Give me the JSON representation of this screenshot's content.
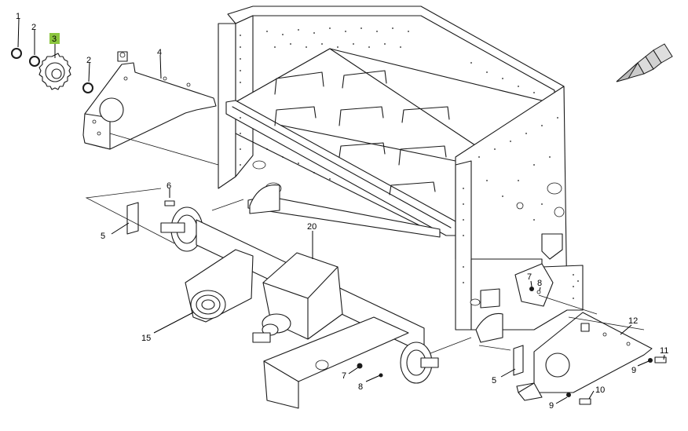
{
  "diagram": {
    "accent_color": "#8cc63f",
    "direction_arrow_icon": "arrow-left-down-icon",
    "callouts": [
      {
        "id": "c1",
        "label": "1",
        "highlighted": false
      },
      {
        "id": "c2a",
        "label": "2",
        "highlighted": false
      },
      {
        "id": "c3",
        "label": "3",
        "highlighted": true
      },
      {
        "id": "c2b",
        "label": "2",
        "highlighted": false
      },
      {
        "id": "c4",
        "label": "4",
        "highlighted": false
      },
      {
        "id": "c6",
        "label": "6",
        "highlighted": false
      },
      {
        "id": "c5a",
        "label": "5",
        "highlighted": false
      },
      {
        "id": "c20",
        "label": "20",
        "highlighted": false
      },
      {
        "id": "c15",
        "label": "15",
        "highlighted": false
      },
      {
        "id": "c7a",
        "label": "7",
        "highlighted": false
      },
      {
        "id": "c8a",
        "label": "8",
        "highlighted": false
      },
      {
        "id": "c7b",
        "label": "7",
        "highlighted": false
      },
      {
        "id": "c8b",
        "label": "8",
        "highlighted": false
      },
      {
        "id": "c12",
        "label": "12",
        "highlighted": false
      },
      {
        "id": "c11",
        "label": "11",
        "highlighted": false
      },
      {
        "id": "c9a",
        "label": "9",
        "highlighted": false
      },
      {
        "id": "c5b",
        "label": "5",
        "highlighted": false
      },
      {
        "id": "c10",
        "label": "10",
        "highlighted": false
      },
      {
        "id": "c9b",
        "label": "9",
        "highlighted": false
      }
    ]
  }
}
